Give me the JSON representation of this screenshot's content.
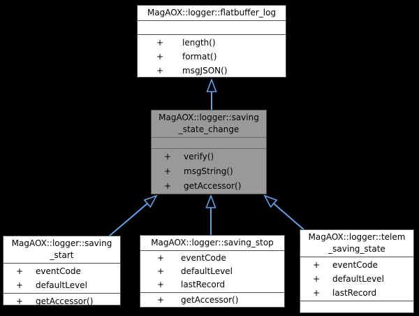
{
  "diagram": {
    "plus": "+",
    "background": "#000000",
    "arrow_color": "#64a2e8",
    "node_fill": "#ffffff",
    "highlight_fill": "#999999",
    "border_color": "#4c4c4c"
  },
  "nodes": {
    "flatbuffer_log": {
      "title_lines": [
        "MagAOX::logger::flatbuffer_log"
      ],
      "attributes": [],
      "methods": [
        "length()",
        "format()",
        "msgJSON()"
      ]
    },
    "saving_state_change": {
      "title_lines": [
        "MagAOX::logger::saving",
        "_state_change"
      ],
      "attributes": [],
      "methods": [
        "verify()",
        "msgString()",
        "getAccessor()"
      ]
    },
    "saving_start": {
      "title_lines": [
        "MagAOX::logger::saving",
        "_start"
      ],
      "attributes": [
        "eventCode",
        "defaultLevel"
      ],
      "methods": [
        "getAccessor()"
      ]
    },
    "saving_stop": {
      "title_lines": [
        "MagAOX::logger::saving_stop"
      ],
      "attributes": [
        "eventCode",
        "defaultLevel",
        "lastRecord"
      ],
      "methods": [
        "getAccessor()"
      ]
    },
    "telem_saving_state": {
      "title_lines": [
        "MagAOX::logger::telem",
        "_saving_state"
      ],
      "attributes": [
        "eventCode",
        "defaultLevel",
        "lastRecord"
      ],
      "methods": []
    }
  },
  "edges": [
    {
      "from": "saving_state_change",
      "to": "flatbuffer_log",
      "type": "inheritance"
    },
    {
      "from": "saving_start",
      "to": "saving_state_change",
      "type": "inheritance"
    },
    {
      "from": "saving_stop",
      "to": "saving_state_change",
      "type": "inheritance"
    },
    {
      "from": "telem_saving_state",
      "to": "saving_state_change",
      "type": "inheritance"
    }
  ]
}
